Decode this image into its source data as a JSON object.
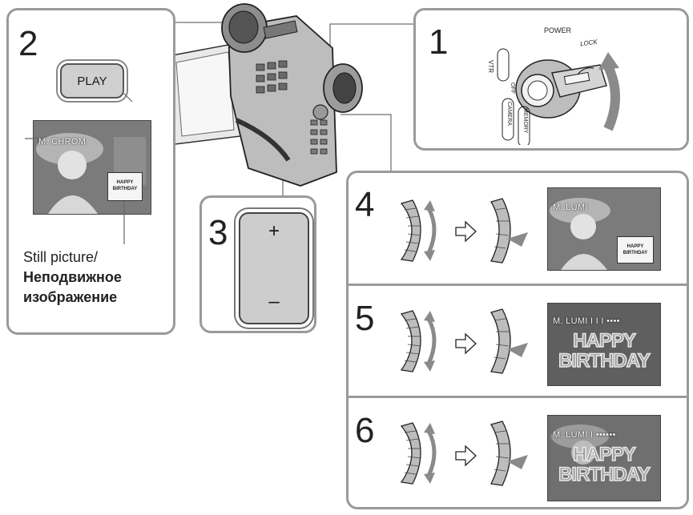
{
  "steps": {
    "one": "1",
    "two": "2",
    "three": "3",
    "four": "4",
    "five": "5",
    "six": "6"
  },
  "step1": {
    "power_label": "POWER",
    "lock_label": "LOCK",
    "vtr_label": "VTR",
    "off_label": "OFF",
    "camera_label": "CAMERA",
    "memory_label": "MEMORY"
  },
  "step2": {
    "play_label": "PLAY",
    "osd_text": "M. CHROM",
    "stamp_line1": "HAPPY",
    "stamp_line2": "BIRTHDAY",
    "caption_en": "Still picture/",
    "caption_ru_line1": "Неподвижное",
    "caption_ru_line2": "изображение"
  },
  "step3": {
    "plus_label": "+",
    "minus_label": "–"
  },
  "step4": {
    "osd_text": "M. LUMI",
    "stamp_line1": "HAPPY",
    "stamp_line2": "BIRTHDAY"
  },
  "step5": {
    "osd_text": "M. LUMI  I I I ••••",
    "bday_line1": "HAPPY",
    "bday_line2": "BIRTHDAY"
  },
  "step6": {
    "osd_text": "M. LUMI  I ••••••",
    "bday_line1": "HAPPY",
    "bday_line2": "BIRTHDAY"
  },
  "colors": {
    "panel_border": "#9a9a9a",
    "photo_bg": "#6c6c6c",
    "button_face": "#cfcfcf",
    "dial_gray": "#bdbdbd"
  }
}
